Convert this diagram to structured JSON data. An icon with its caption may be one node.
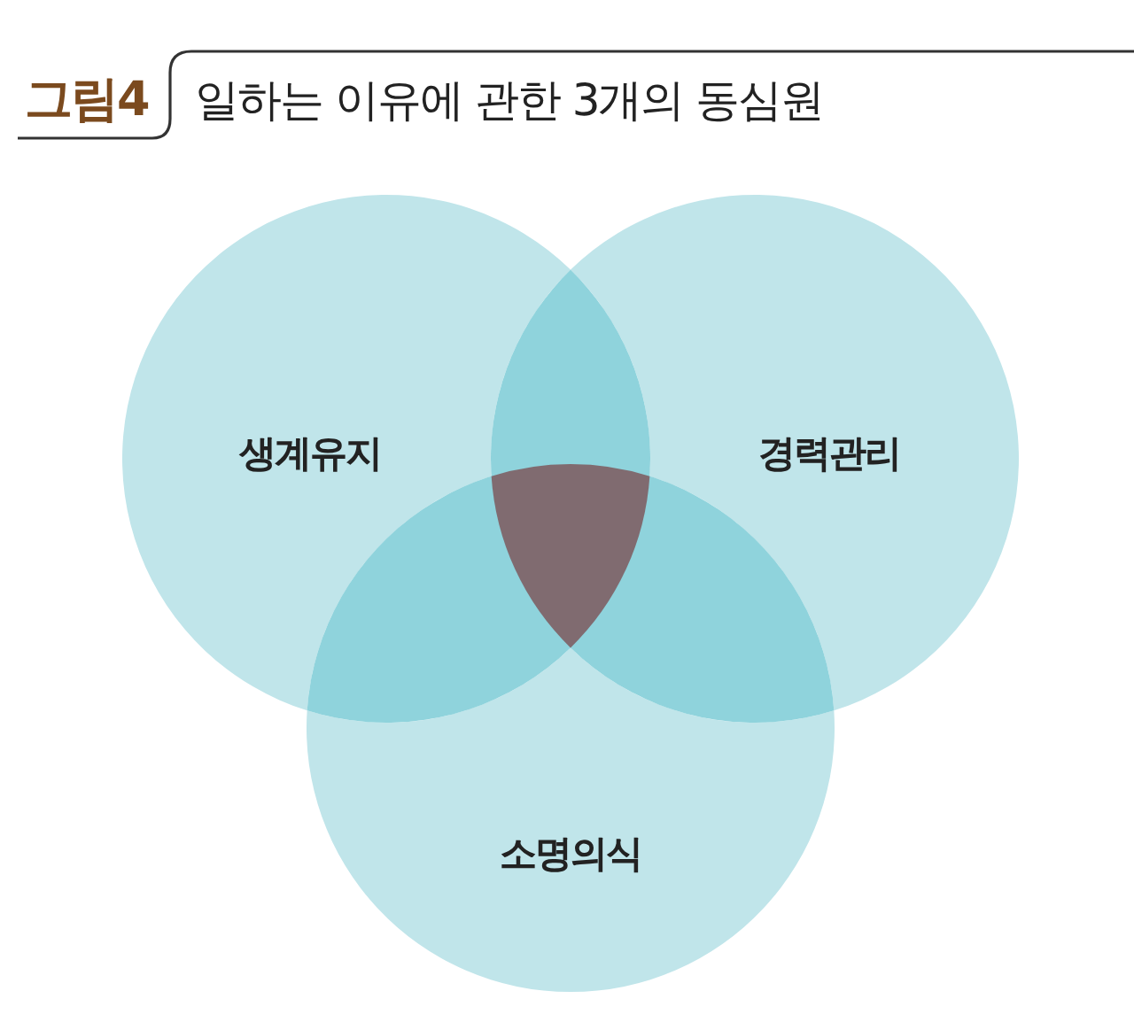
{
  "diagram": {
    "title": "일하는 이유에 관한 3개의 동심원",
    "nodes": [
      {
        "text": [
          "생계유지"
        ]
      },
      {
        "text": [
          "경력관리"
        ]
      },
      {
        "text": [
          "소명의식"
        ]
      }
    ],
    "labels": [
      "그림4"
    ]
  }
}
